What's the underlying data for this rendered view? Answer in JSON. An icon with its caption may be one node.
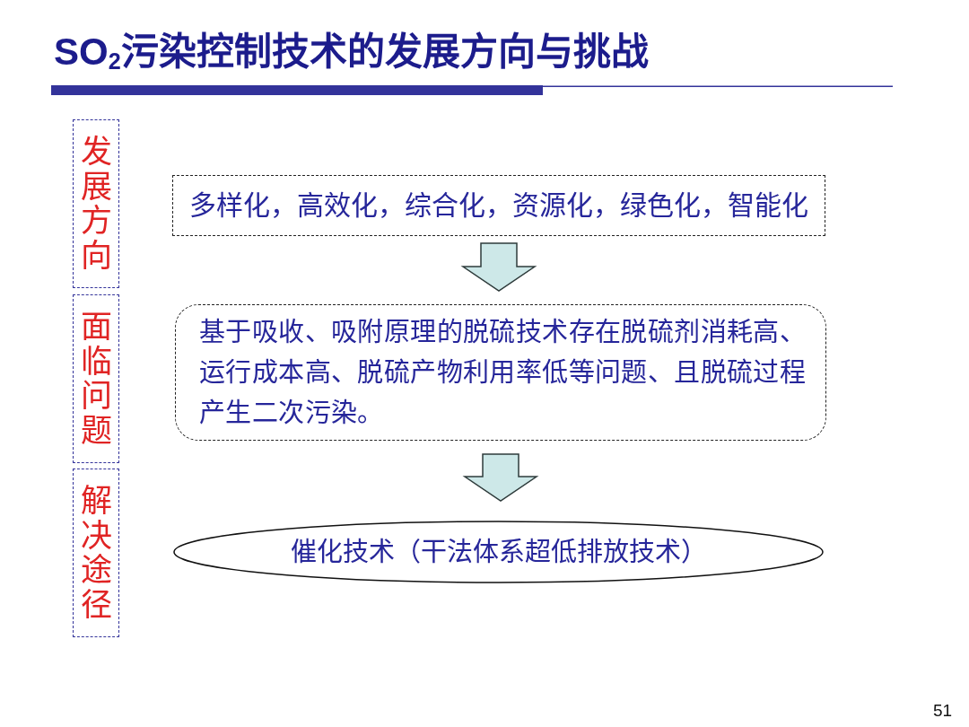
{
  "diagram": {
    "title": "SO$_{2}$污染控制技术的发展方向与挑战",
    "nodes": [
      {
        "text": [
          "发展方向"
        ]
      },
      {
        "text": [
          "面临问题"
        ]
      },
      {
        "text": [
          "解决途径"
        ]
      },
      {
        "text": [
          "多样化，高效化，综合化，资源化，绿色化，智能化"
        ]
      },
      {
        "text": [
          "基于吸收、吸附原理的脱硫技术存在脱硫剂消耗高、运行成本高、脱硫产物利用率低等问题、且脱硫过程产生二次污染。"
        ]
      },
      {
        "text": [
          "催化技术（干法体系超低排放技术）"
        ]
      }
    ],
    "edges": [
      {
        "from": 3,
        "to": 4,
        "arrow": "to"
      },
      {
        "from": 4,
        "to": 5,
        "arrow": "to"
      }
    ],
    "labels": [
      "51"
    ]
  }
}
